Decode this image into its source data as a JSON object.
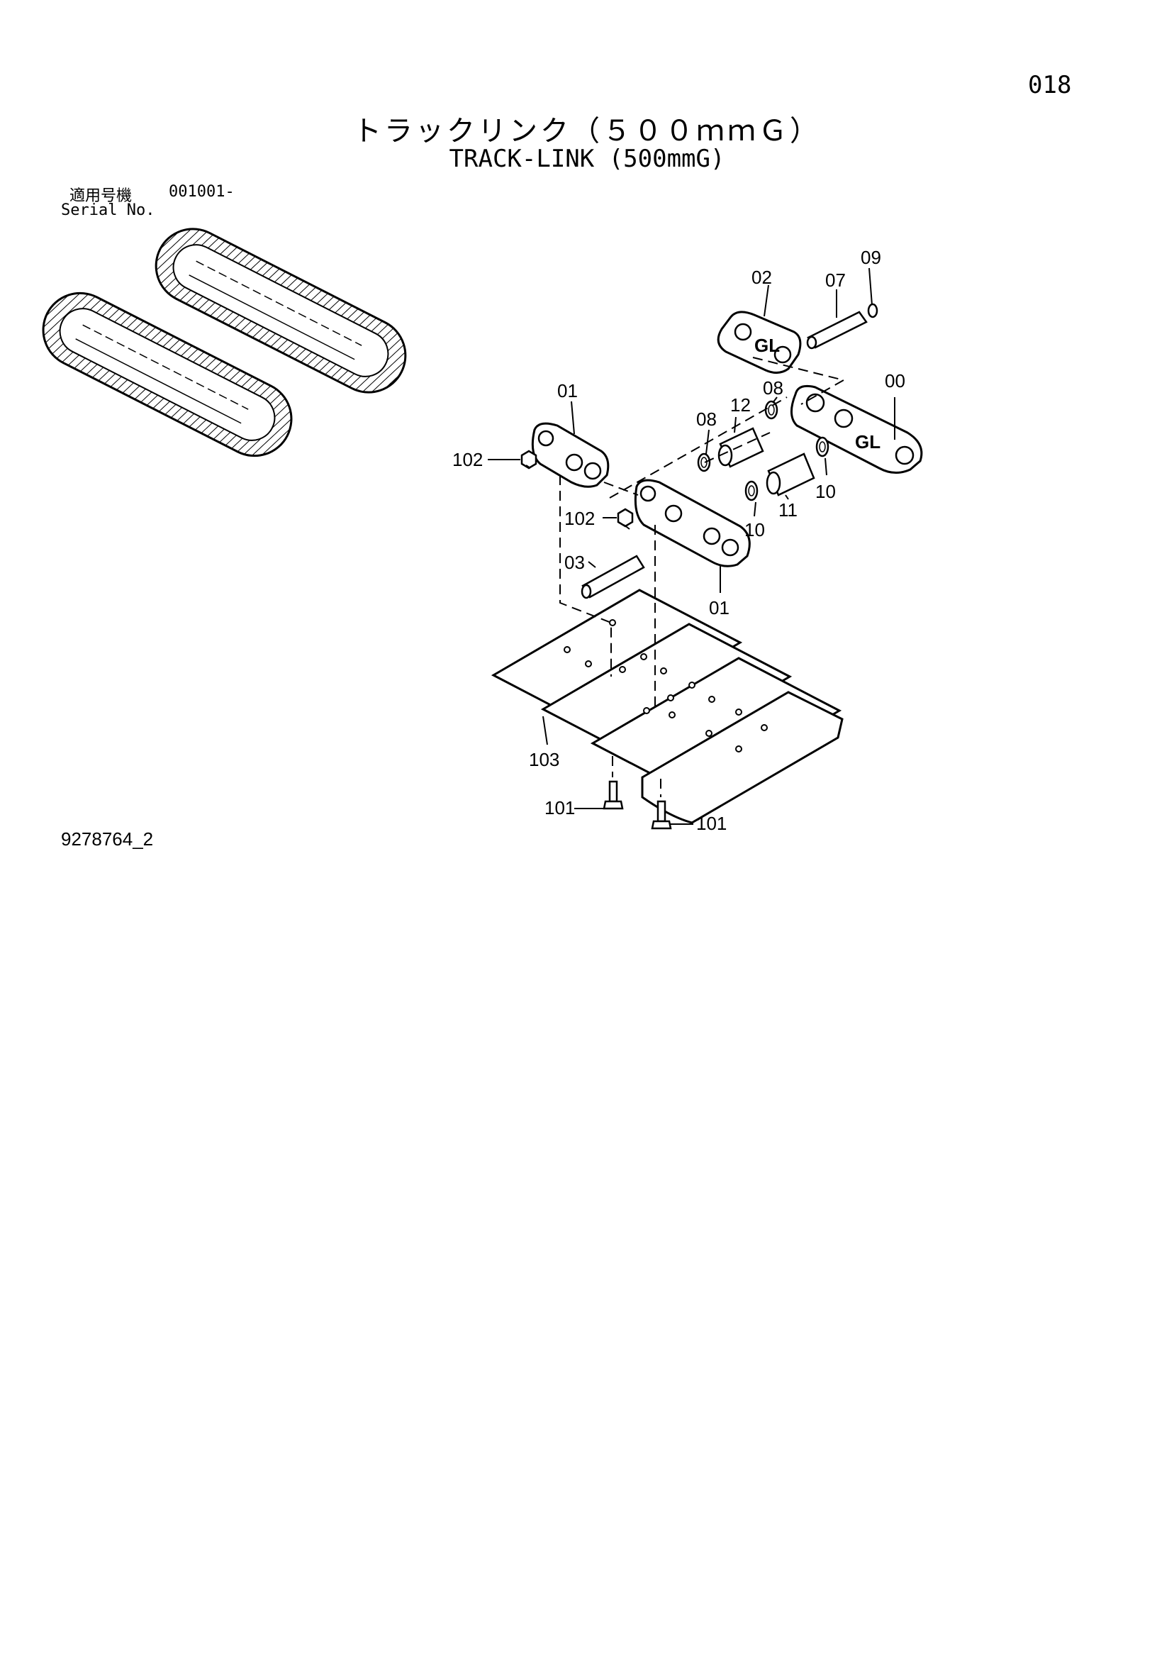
{
  "page": {
    "number": "018"
  },
  "title": {
    "ja": "トラックリンク（５００ｍｍＧ）",
    "en": "TRACK-LINK (500mmG)"
  },
  "serial": {
    "label_ja": "適用号機",
    "value": "001001-",
    "label_en": "Serial No."
  },
  "drawing_code": "9278764_2",
  "callouts": {
    "c09": "09",
    "c02": "02",
    "c07": "07",
    "c00": "00",
    "c08a": "08",
    "c01a": "01",
    "c12": "12",
    "c08b": "08",
    "c102a": "102",
    "c102b": "102",
    "c10a": "10",
    "c11": "11",
    "c10b": "10",
    "c03": "03",
    "c01b": "01",
    "c103": "103",
    "c101a": "101",
    "c101b": "101"
  }
}
